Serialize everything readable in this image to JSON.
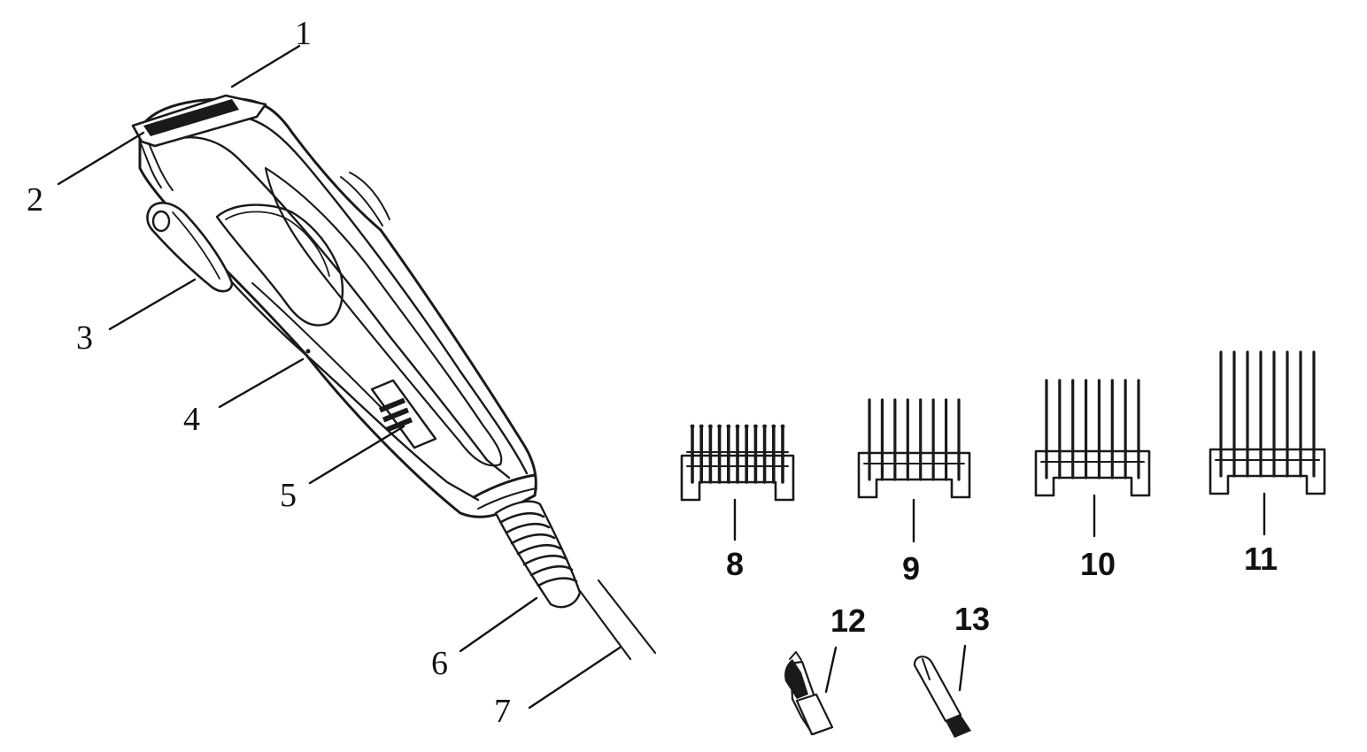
{
  "figure": {
    "labels": [
      {
        "id": "1",
        "text": "1"
      },
      {
        "id": "2",
        "text": "2"
      },
      {
        "id": "3",
        "text": "3"
      },
      {
        "id": "4",
        "text": "4"
      },
      {
        "id": "5",
        "text": "5"
      },
      {
        "id": "6",
        "text": "6"
      },
      {
        "id": "7",
        "text": "7"
      },
      {
        "id": "8",
        "text": "8"
      },
      {
        "id": "9",
        "text": "9"
      },
      {
        "id": "10",
        "text": "10"
      },
      {
        "id": "11",
        "text": "11"
      },
      {
        "id": "12",
        "text": "12"
      },
      {
        "id": "13",
        "text": "13"
      }
    ]
  },
  "colors": {
    "ink": "#1a1a1a",
    "background": "#ffffff"
  }
}
